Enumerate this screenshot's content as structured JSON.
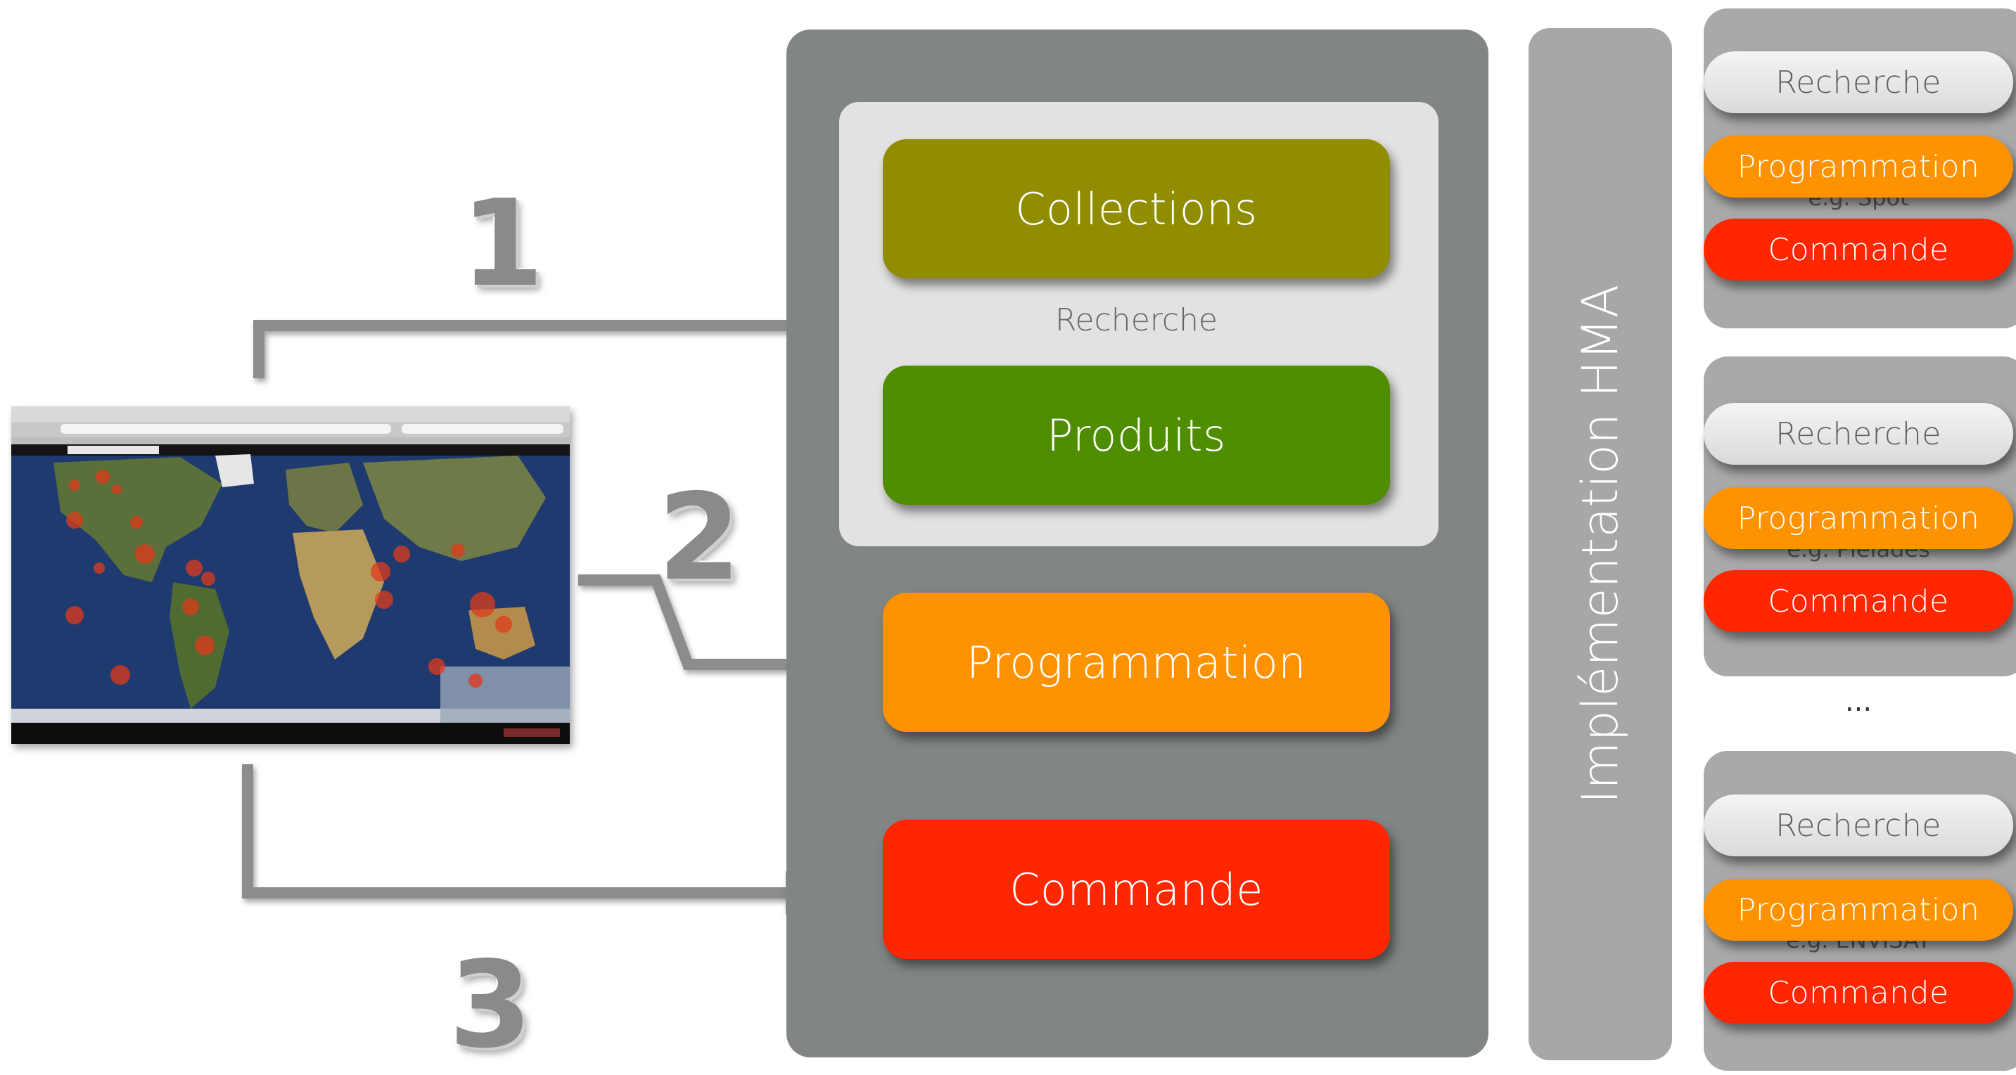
{
  "steps": [
    "1",
    "2",
    "3"
  ],
  "catalogue": {
    "collections_label": "Collections",
    "recherche_label": "Recherche",
    "produits_label": "Produits",
    "programmation_label": "Programmation",
    "commande_label": "Commande"
  },
  "hma_label": "Implémentation HMA",
  "providers": [
    {
      "recherche": "Recherche",
      "programmation": "Programmation",
      "note": "e.g. Spot",
      "commande": "Commande"
    },
    {
      "recherche": "Recherche",
      "programmation": "Programmation",
      "note": "e.g. Pleiades",
      "commande": "Commande"
    },
    {
      "recherche": "Recherche",
      "programmation": "Programmation",
      "note": "e.g. ENVISAT",
      "commande": "Commande"
    }
  ],
  "ellipsis": "...",
  "colors": {
    "olive": "#918d00",
    "green": "#4e8d00",
    "orange": "#ff9200",
    "red": "#ff2600",
    "panel_dark": "#818583",
    "panel_light": "#e2e2e2",
    "hma_bar": "#a7a7a7",
    "provider_panel": "#a9a9a9"
  },
  "icons": [
    "arrow-right-icon",
    "world-map-screenshot"
  ]
}
